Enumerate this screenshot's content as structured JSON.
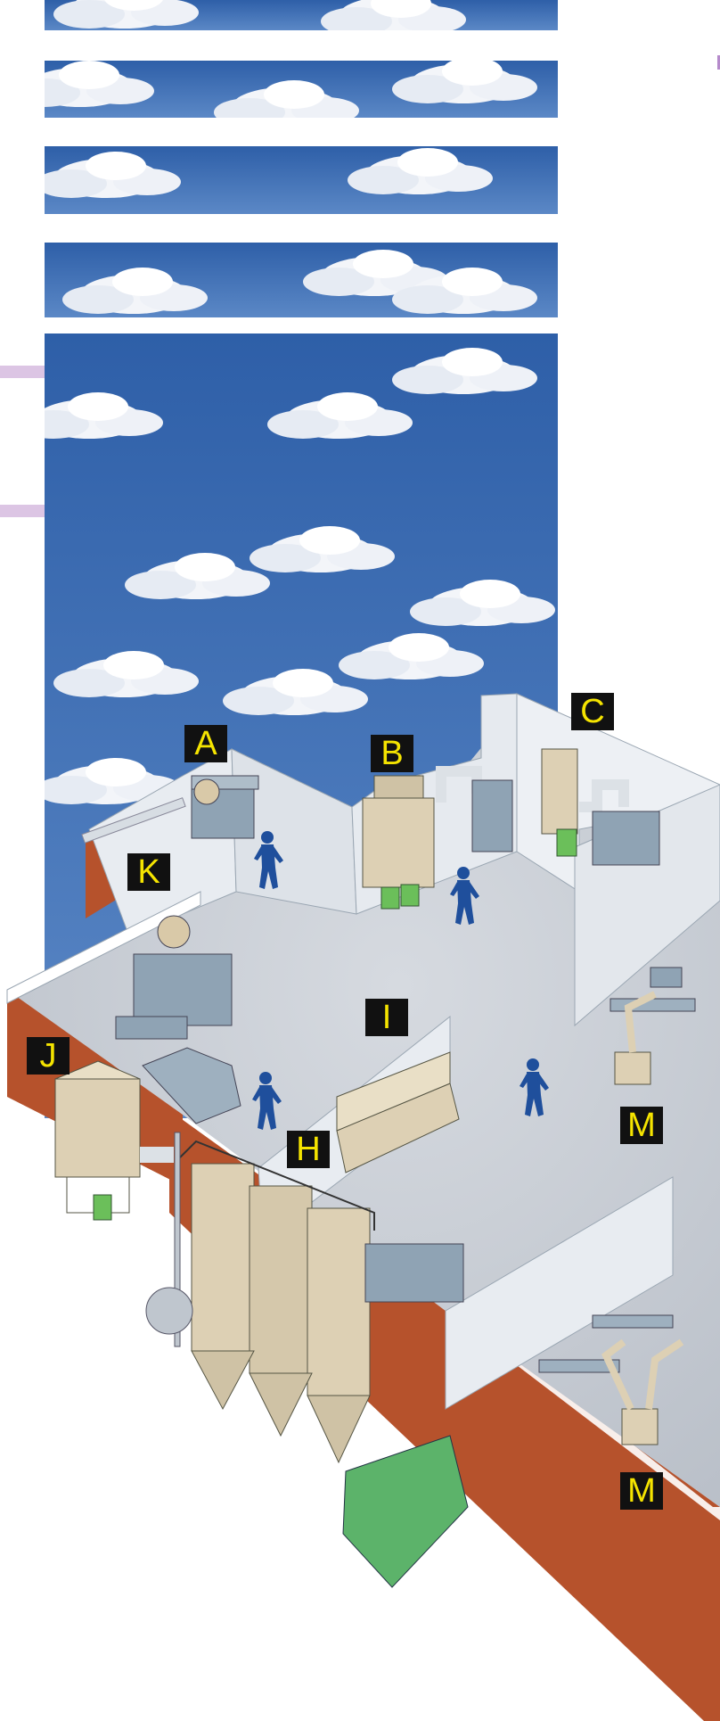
{
  "callouts": {
    "A": "A",
    "B": "B",
    "C": "C",
    "H": "H",
    "I": "I",
    "J": "J",
    "K": "K",
    "M1": "M",
    "M2": "M"
  },
  "colors": {
    "sky": "#3f6fb3",
    "cloud": "#f2f4f8",
    "floor": "#c7ccd4",
    "wall_inner": "#e8ecf1",
    "wall_outer": "#b6522c",
    "equipment_beige": "#ddd0b4",
    "equipment_gray": "#8fa3b4",
    "bin_green": "#6bbf5a",
    "worker_blue": "#1f4f9c",
    "label_bg": "#111111",
    "label_text": "#f5e400",
    "accent_lavender": "#dcc5e4"
  },
  "icons": [
    "worker-figure-icon",
    "dust-collector-icon",
    "fume-extractor-icon",
    "silo-icon",
    "drum-icon"
  ]
}
